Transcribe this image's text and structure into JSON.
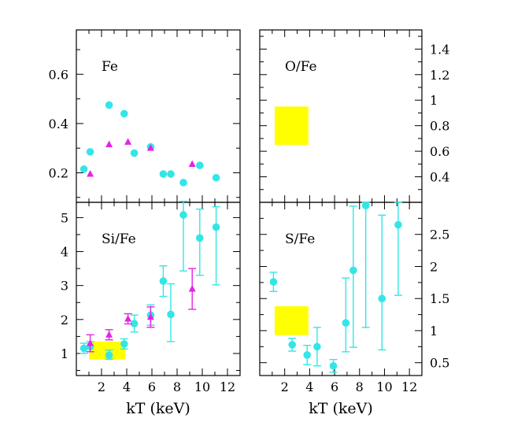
{
  "chart_data": [
    {
      "type": "scatter",
      "panel_label": "Fe",
      "x_ticks": [
        2,
        4,
        6,
        8,
        10,
        12
      ],
      "y_ticks": [
        0.2,
        0.4,
        0.6
      ],
      "xlim": [
        0,
        13
      ],
      "ylim": [
        0.08,
        0.78
      ],
      "y_axis_side": "left",
      "show_x_tick_labels": false,
      "series": [
        {
          "marker": "circle",
          "color": "#33e6e6",
          "x": [
            0.6,
            1.1,
            2.6,
            3.8,
            4.6,
            5.9,
            6.9,
            7.5,
            8.5,
            9.8,
            11.1
          ],
          "y": [
            0.215,
            0.285,
            0.475,
            0.44,
            0.28,
            0.305,
            0.195,
            0.195,
            0.16,
            0.23,
            0.18
          ]
        },
        {
          "marker": "triangle",
          "color": "#e622e6",
          "x": [
            1.1,
            2.6,
            4.1,
            5.9,
            9.2
          ],
          "y": [
            0.195,
            0.315,
            0.325,
            0.3,
            0.235
          ]
        }
      ]
    },
    {
      "type": "scatter",
      "panel_label": "O/Fe",
      "x_ticks": [
        2,
        4,
        6,
        8,
        10,
        12
      ],
      "y_ticks": [
        0.4,
        0.6,
        0.8,
        1,
        1.2,
        1.4
      ],
      "xlim": [
        0,
        13
      ],
      "ylim": [
        0.2,
        1.55
      ],
      "y_axis_side": "right",
      "show_x_tick_labels": false,
      "boxes": [
        {
          "x0": 1.2,
          "x1": 3.9,
          "y0": 0.65,
          "y1": 0.95,
          "color": "#ffff00"
        }
      ],
      "series": []
    },
    {
      "type": "scatter",
      "panel_label": "Si/Fe",
      "x_ticks": [
        2,
        4,
        6,
        8,
        10,
        12
      ],
      "y_ticks": [
        1,
        2,
        3,
        4,
        5
      ],
      "xlim": [
        0,
        13
      ],
      "ylim": [
        0.35,
        5.45
      ],
      "y_axis_side": "left",
      "show_x_tick_labels": true,
      "xlabel": "kT (keV)",
      "boxes": [
        {
          "x0": 1.0,
          "x1": 3.9,
          "y0": 0.82,
          "y1": 1.35,
          "color": "#ffff00"
        }
      ],
      "series": [
        {
          "marker": "circle",
          "color": "#33e6e6",
          "x": [
            0.6,
            1.1,
            2.6,
            3.8,
            4.6,
            5.9,
            6.9,
            7.5,
            8.5,
            9.8,
            11.1
          ],
          "y": [
            1.15,
            1.2,
            0.95,
            1.28,
            1.88,
            2.13,
            3.13,
            2.15,
            5.08,
            4.4,
            4.72
          ],
          "err_lo": [
            0.15,
            0.15,
            0.12,
            0.15,
            0.25,
            0.3,
            0.45,
            0.8,
            1.65,
            1.1,
            1.7
          ],
          "err_hi": [
            0.15,
            0.15,
            0.15,
            0.15,
            0.25,
            0.3,
            0.45,
            0.9,
            0.4,
            0.85,
            0.6
          ]
        },
        {
          "marker": "triangle",
          "color": "#e622e6",
          "x": [
            1.1,
            2.6,
            4.1,
            5.9,
            9.2
          ],
          "y": [
            1.3,
            1.55,
            2.02,
            2.07,
            2.9
          ],
          "err_lo": [
            0.25,
            0.15,
            0.15,
            0.3,
            0.6
          ],
          "err_hi": [
            0.25,
            0.15,
            0.15,
            0.3,
            0.6
          ]
        }
      ]
    },
    {
      "type": "scatter",
      "panel_label": "S/Fe",
      "x_ticks": [
        2,
        4,
        6,
        8,
        10,
        12
      ],
      "y_ticks": [
        0.5,
        1,
        1.5,
        2,
        2.5
      ],
      "xlim": [
        0,
        13
      ],
      "ylim": [
        0.3,
        3.0
      ],
      "y_axis_side": "right",
      "show_x_tick_labels": true,
      "xlabel": "kT (keV)",
      "boxes": [
        {
          "x0": 1.2,
          "x1": 3.9,
          "y0": 0.93,
          "y1": 1.38,
          "color": "#ffff00"
        }
      ],
      "series": [
        {
          "marker": "circle",
          "color": "#33e6e6",
          "x": [
            1.1,
            2.6,
            3.8,
            4.6,
            5.9,
            6.9,
            7.5,
            8.5,
            9.8,
            11.1
          ],
          "y": [
            1.76,
            0.78,
            0.62,
            0.75,
            0.45,
            1.12,
            1.94,
            2.95,
            1.5,
            2.65
          ],
          "err_lo": [
            0.15,
            0.1,
            0.15,
            0.3,
            0.1,
            0.45,
            1.2,
            1.9,
            0.8,
            1.1
          ],
          "err_hi": [
            0.15,
            0.1,
            0.15,
            0.3,
            0.1,
            0.7,
            1.0,
            0.05,
            1.3,
            0.35
          ]
        }
      ]
    }
  ]
}
